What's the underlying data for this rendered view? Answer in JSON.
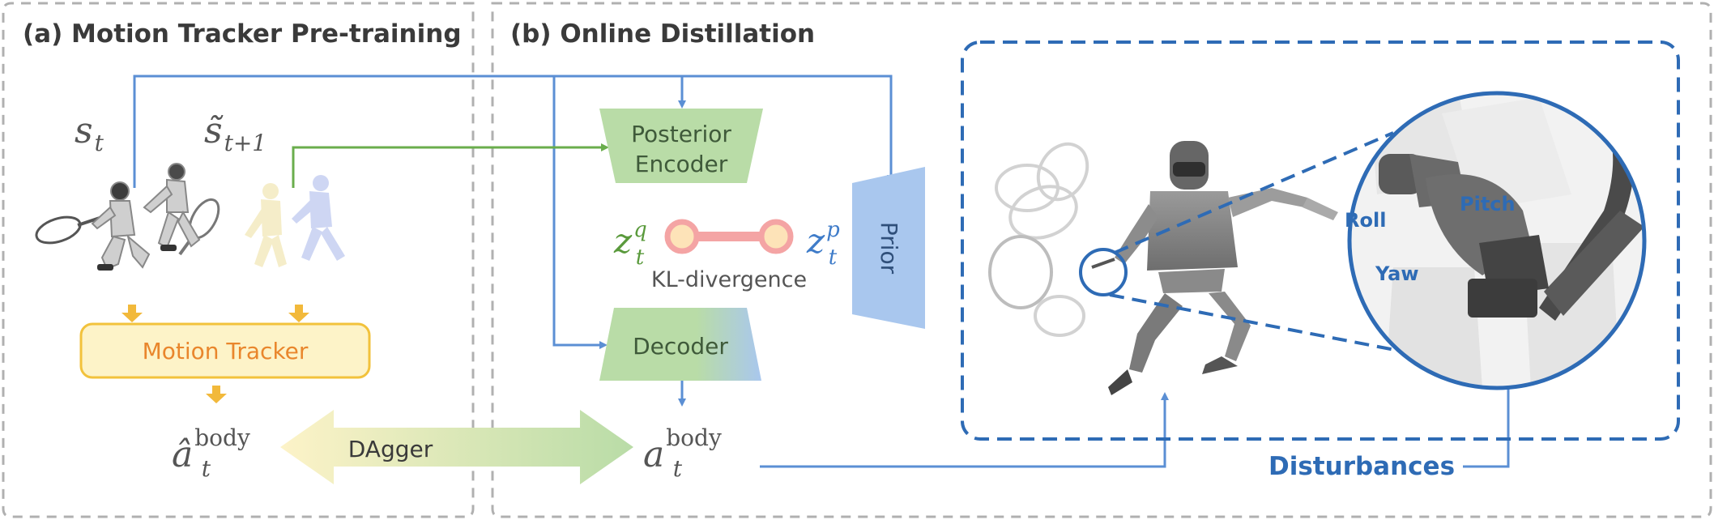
{
  "panels": {
    "a_title": "(a) Motion Tracker Pre-training",
    "b_title": "(b) Online Distillation"
  },
  "symbols": {
    "s_base": "s",
    "s_sub": "t",
    "s_tilde_base": "s̃",
    "s_tilde_sub": "t+1",
    "a_hat_base": "â",
    "a_hat_sup": "body",
    "a_hat_sub": "t",
    "a_base": "a",
    "a_sup": "body",
    "a_sub": "t",
    "zq_base": "z",
    "zq_sup": "q",
    "zq_sub": "t",
    "zp_base": "z",
    "zp_sup": "p",
    "zp_sub": "t"
  },
  "blocks": {
    "motion_tracker": "Motion Tracker",
    "posterior_encoder_line1": "Posterior",
    "posterior_encoder_line2": "Encoder",
    "decoder": "Decoder",
    "prior": "Prior",
    "kl": "KL-divergence",
    "dagger": "DAgger"
  },
  "zoom_labels": {
    "roll": "Roll",
    "pitch": "Pitch",
    "yaw": "Yaw"
  },
  "disturbances": "Disturbances",
  "colors": {
    "blue_arrow": "#5b8fd4",
    "green_arrow": "#6aad4c",
    "yellow_arrow": "#f2b93b",
    "frame_blue": "#2e6bb5",
    "dash_gray": "#b0b0b0"
  }
}
